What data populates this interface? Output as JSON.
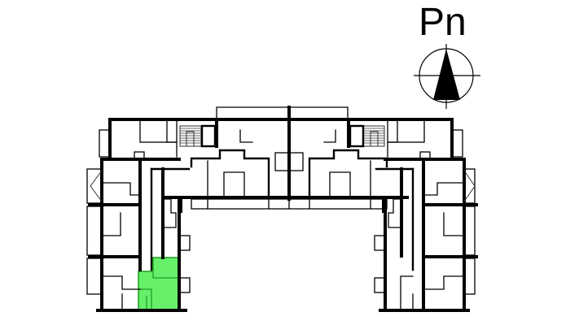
{
  "compass": {
    "label": "Pn",
    "meaning": "north"
  },
  "plan": {
    "highlighted_unit": {
      "color": "#66f06a",
      "border_color": "#1e9c22",
      "position": "left wing, lower inner corner"
    },
    "wall_color": "#000000",
    "background": "#ffffff"
  }
}
